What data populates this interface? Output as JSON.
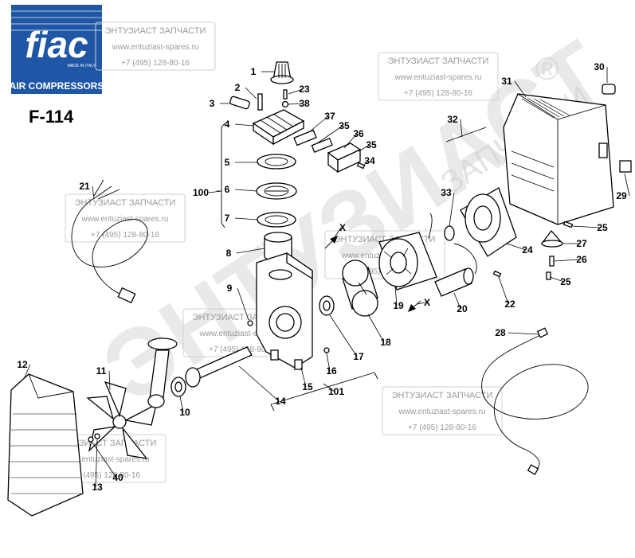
{
  "logo": {
    "brand": "fiac",
    "tagline": "AIR COMPRESSORS",
    "small_print": "MADE IN ITALY",
    "color": "#1f56a6"
  },
  "model": "F-114",
  "watermark": {
    "title": "ЭНТУЗИАСТ ЗАПЧАСТИ",
    "site": "www.entuziast-spares.ru",
    "phone": "+7 (495) 128-80-16",
    "big": "ЭНТУЗИАСТ",
    "mid": "ЗАПЧАСТИ",
    "reg": "®"
  },
  "labels": [
    "1",
    "2",
    "3",
    "4",
    "5",
    "6",
    "7",
    "8",
    "9",
    "10",
    "11",
    "12",
    "13",
    "14",
    "15",
    "16",
    "17",
    "18",
    "19",
    "20",
    "21",
    "22",
    "23",
    "24",
    "25",
    "25",
    "26",
    "27",
    "28",
    "29",
    "30",
    "31",
    "32",
    "33",
    "34",
    "35",
    "35",
    "36",
    "37",
    "38",
    "40",
    "100",
    "101",
    "X",
    "X"
  ]
}
